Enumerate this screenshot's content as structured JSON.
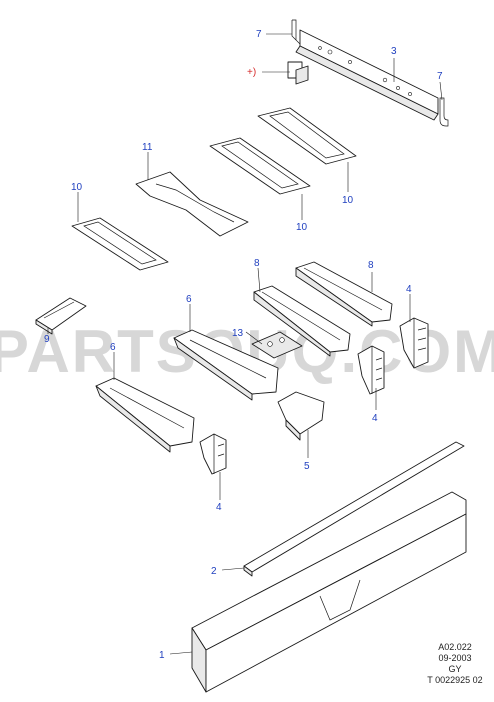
{
  "watermark": "PARTSOUQ.COM",
  "labels": {
    "l1": "1",
    "l2": "2",
    "l3": "3",
    "l4a": "4",
    "l4b": "4",
    "l4c": "4",
    "l5": "5",
    "l6a": "6",
    "l6b": "6",
    "l7a": "7",
    "l7b": "7",
    "l8a": "8",
    "l8b": "8",
    "l9": "9",
    "l10a": "10",
    "l10b": "10",
    "l10c": "10",
    "l11": "11",
    "l13": "13",
    "lplus": "+)"
  },
  "reference": {
    "line1": "A02.022",
    "line2": "09-2003",
    "line3": "GY",
    "line4": "T 0022925 02"
  },
  "colors": {
    "label": "#1f3fbf",
    "special_label": "#d62b2b",
    "line": "#1a1a1a"
  }
}
